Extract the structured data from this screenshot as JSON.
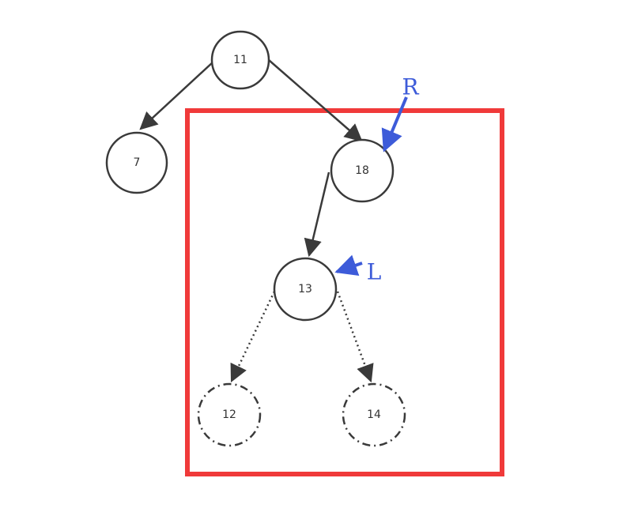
{
  "nodes": {
    "n11": {
      "label": "11"
    },
    "n7": {
      "label": "7"
    },
    "n18": {
      "label": "18"
    },
    "n13": {
      "label": "13"
    },
    "n12": {
      "label": "12"
    },
    "n14": {
      "label": "14"
    }
  },
  "annotations": {
    "r_label": "R",
    "l_label": "L"
  },
  "colors": {
    "node_stroke": "#3a3a3a",
    "edge": "#3a3a3a",
    "highlight_box": "#f03a3a",
    "annotation": "#3d5bd9"
  },
  "icons": {
    "r_arrow": "arrow-icon",
    "l_arrow": "arrow-icon"
  }
}
